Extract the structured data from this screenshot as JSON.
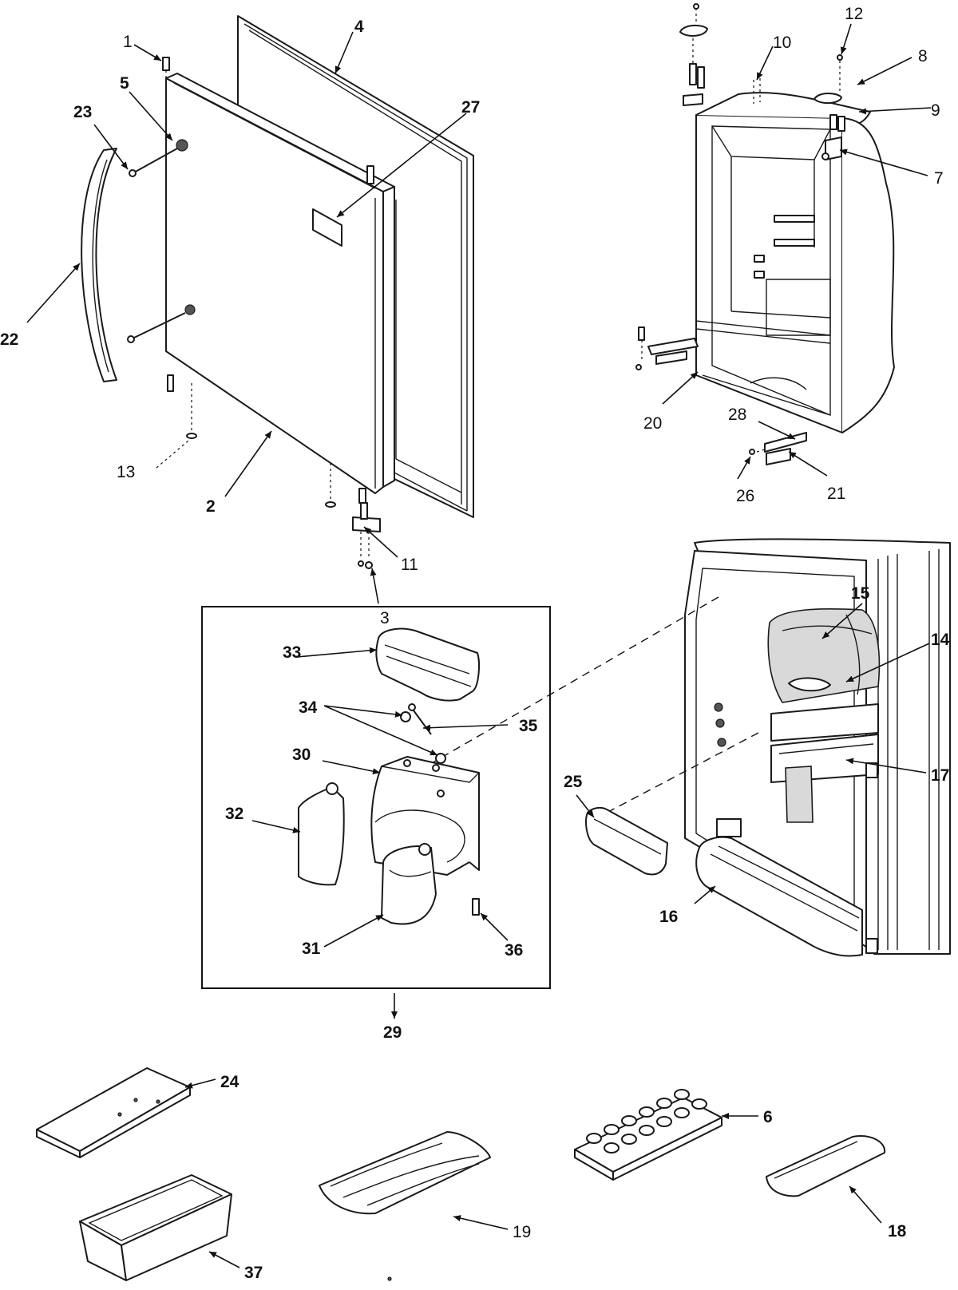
{
  "callouts": {
    "c1": "1",
    "c2": "2",
    "c3": "3",
    "c4": "4",
    "c5": "5",
    "c6": "6",
    "c7": "7",
    "c8": "8",
    "c9": "9",
    "c10": "10",
    "c11": "11",
    "c12": "12",
    "c13": "13",
    "c14": "14",
    "c15": "15",
    "c16": "16",
    "c17": "17",
    "c18": "18",
    "c19": "19",
    "c20": "20",
    "c21": "21",
    "c22": "22",
    "c23": "23",
    "c24": "24",
    "c25": "25",
    "c26": "26",
    "c27": "27",
    "c28": "28",
    "c29": "29",
    "c30": "30",
    "c31": "31",
    "c32": "32",
    "c33": "33",
    "c34": "34",
    "c35": "35",
    "c36": "36",
    "c37": "37"
  },
  "colors": {
    "line": "#1a1a1a",
    "background": "#ffffff",
    "shade": "#d9d9d9"
  }
}
